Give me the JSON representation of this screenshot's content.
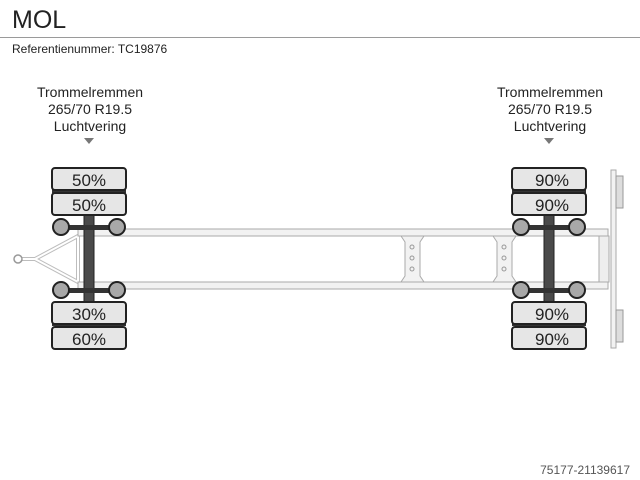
{
  "header": {
    "title": "MOL",
    "reference": "Referentienummer: TC19876"
  },
  "axles": [
    {
      "position": "front",
      "brake_type": "Trommelremmen",
      "tire_size": "265/70 R19.5",
      "suspension": "Luchtvering",
      "tires": {
        "left_outer": "50%",
        "left_inner": "50%",
        "right_inner": "30%",
        "right_outer": "60%"
      }
    },
    {
      "position": "rear",
      "brake_type": "Trommelremmen",
      "tire_size": "265/70 R19.5",
      "suspension": "Luchtvering",
      "tires": {
        "left_outer": "90%",
        "left_inner": "90%",
        "right_inner": "90%",
        "right_outer": "90%"
      }
    }
  ],
  "footer": {
    "id": "75177-21139617"
  },
  "colors": {
    "tire_fill": "#e6e6e6",
    "axle": "#4a4a4a",
    "hub": "#a8a8a8",
    "frame": "#bdbdbd"
  }
}
